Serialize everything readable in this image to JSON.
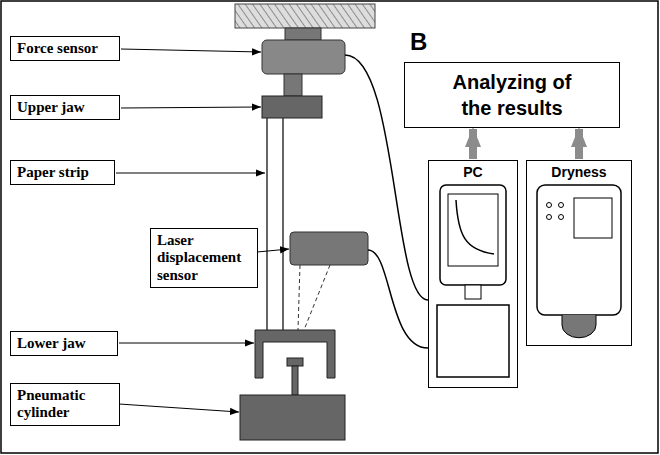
{
  "diagram": {
    "nodes": [
      {
        "text": [
          "Force sensor"
        ]
      },
      {
        "text": [
          "Upper jaw"
        ]
      },
      {
        "text": [
          "Paper strip"
        ]
      },
      {
        "text": [
          "Laser displacement sensor"
        ]
      },
      {
        "text": [
          "Lower jaw"
        ]
      },
      {
        "text": [
          "Pneumatic cylinder"
        ]
      },
      {
        "text": [
          "Analyzing of the results"
        ]
      },
      {
        "text": [
          "PC"
        ]
      },
      {
        "text": [
          "Dryness"
        ]
      }
    ],
    "edges": [
      {
        "from": 7,
        "to": 6,
        "arrow": "to"
      },
      {
        "from": 8,
        "to": 6,
        "arrow": "to"
      }
    ],
    "labels": [
      "B"
    ]
  }
}
